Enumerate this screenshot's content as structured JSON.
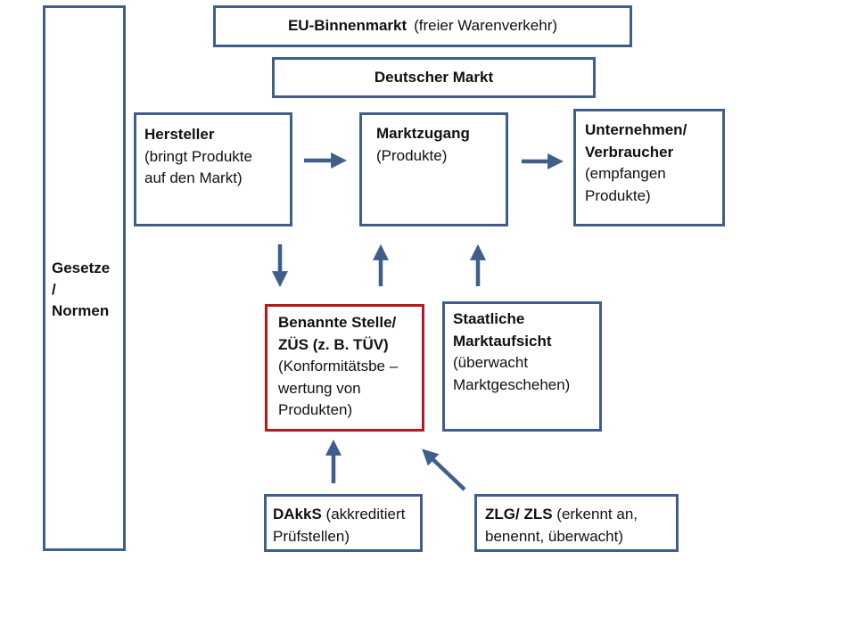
{
  "legal": {
    "line1": "Gesetze",
    "line2": "/",
    "line3": "Normen"
  },
  "eu_market": {
    "bold": "EU-Binnenmarkt",
    "normal": "(freier Warenverkehr)"
  },
  "german_market": {
    "label": "Deutscher Markt"
  },
  "manufacturer": {
    "title": "Hersteller",
    "line1": "(bringt Produkte",
    "line2": "auf den Markt)"
  },
  "market_access": {
    "title": "Marktzugang",
    "line1": "(Produkte)"
  },
  "consumers": {
    "title1": "Unternehmen/",
    "title2": "Verbraucher",
    "line1": "(empfangen",
    "line2": "Produkte)"
  },
  "notified_body": {
    "title1": "Benannte Stelle/",
    "title2": "ZÜS (z. B. TÜV)",
    "line1": "(Konformitätsbe –",
    "line2": "wertung von",
    "line3": "Produkten)"
  },
  "market_surveillance": {
    "title1": "Staatliche",
    "title2": "Marktaufsicht",
    "line1": "(überwacht",
    "line2": "Marktgeschehen)"
  },
  "dakks": {
    "bold": "DAkkS",
    "normal": "(akkreditiert",
    "line2": "Prüfstellen)"
  },
  "zlg": {
    "bold": "ZLG/ ZLS",
    "normal": "(erkennt an,",
    "line2": "benennt, überwacht)"
  },
  "colors": {
    "box_border": "#3f5f8a",
    "highlight_border": "#b5191e",
    "arrow": "#3f5f8a"
  }
}
